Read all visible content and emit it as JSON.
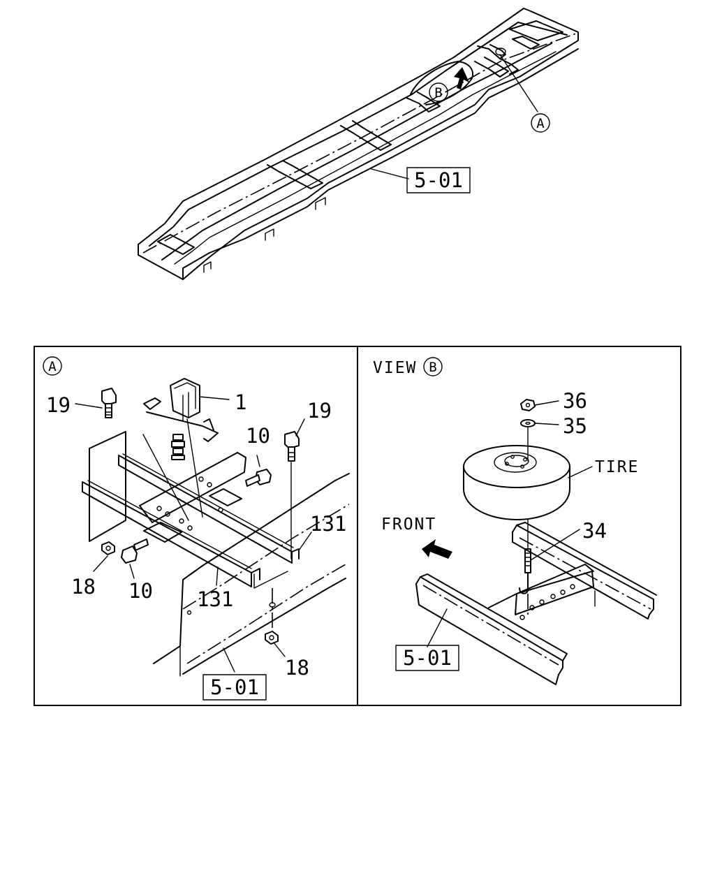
{
  "overview": {
    "marker_a": "A",
    "marker_b": "B",
    "ref_label": "5-01"
  },
  "panel_a": {
    "marker": "A",
    "callouts": {
      "part_1": "1",
      "part_19_left": "19",
      "part_19_right": "19",
      "part_10_upper": "10",
      "part_10_lower": "10",
      "part_131_right": "131",
      "part_131_lower": "131",
      "part_18_left": "18",
      "part_18_right": "18"
    },
    "ref_label": "5-01"
  },
  "panel_b": {
    "title": "VIEW",
    "marker": "B",
    "callouts": {
      "part_36": "36",
      "part_35": "35",
      "tire": "TIRE",
      "part_34": "34",
      "front": "FRONT"
    },
    "ref_label": "5-01"
  }
}
